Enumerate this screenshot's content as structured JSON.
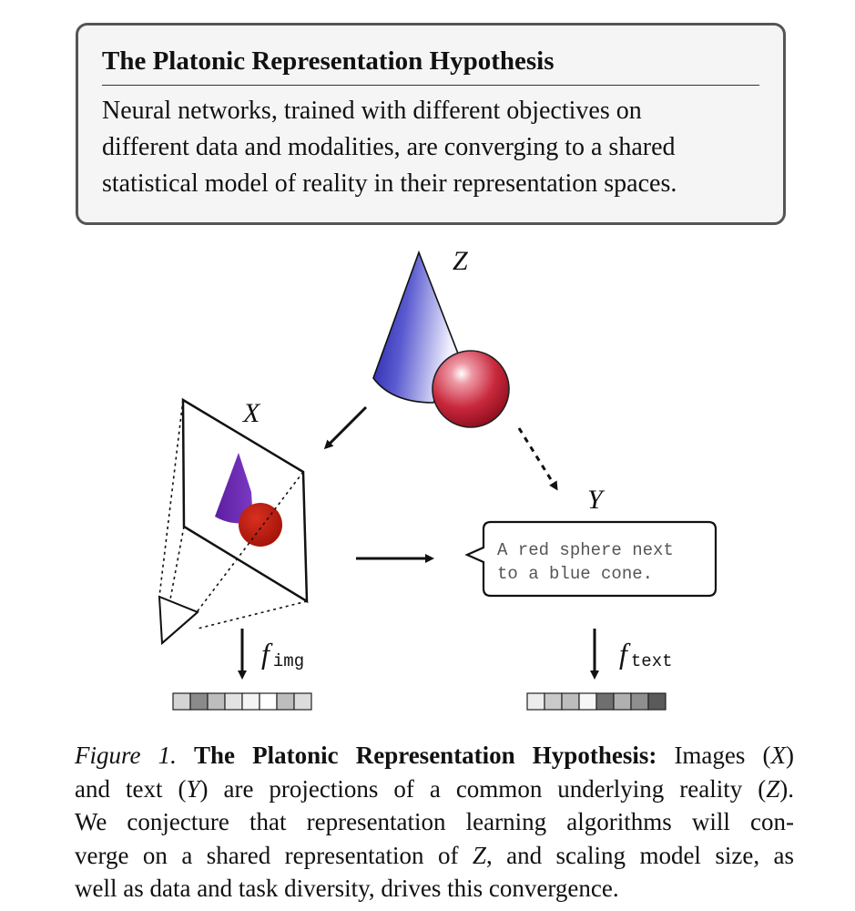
{
  "hypothesis_box": {
    "title": "The Platonic Representation Hypothesis",
    "lines": [
      "Neural networks, trained with different objectives on",
      "different data and modalities, are converging to a shared",
      "statistical model of reality in their representation spaces."
    ]
  },
  "figure": {
    "label_z": "Z",
    "label_x": "X",
    "label_y": "Y",
    "speech_bubble": [
      "A red sphere next",
      "to a blue cone."
    ],
    "f_img_base": "f",
    "f_img_sub": "img",
    "f_text_base": "f",
    "f_text_sub": "text",
    "img_embedding_shades": [
      "#d4d4d4",
      "#8a8a8a",
      "#bdbdbd",
      "#e2e2e2",
      "#f4f4f4",
      "#ffffff",
      "#bdbdbd",
      "#dcdcdc"
    ],
    "text_embedding_shades": [
      "#ececec",
      "#c9c9c9",
      "#bdbdbd",
      "#f7f7f7",
      "#6f6f6f",
      "#b0b0b0",
      "#8f8f8f",
      "#5a5a5a"
    ]
  },
  "caption": {
    "label": "Figure 1.",
    "bold": "The Platonic Representation Hypothesis:",
    "l1_a": " Images (",
    "l1_x": "X",
    "l1_b": ")",
    "l2_a": "and text (",
    "l2_y": "Y",
    "l2_b": ") are projections of a common underlying reality (",
    "l2_z": "Z",
    "l2_c": ").",
    "l3": "We conjecture that representation learning algorithms will con-",
    "l4_a": "verge on a shared representation of ",
    "l4_z": "Z",
    "l4_b": ", and scaling model size, as",
    "l5": "well as data and task diversity, drives this convergence."
  }
}
